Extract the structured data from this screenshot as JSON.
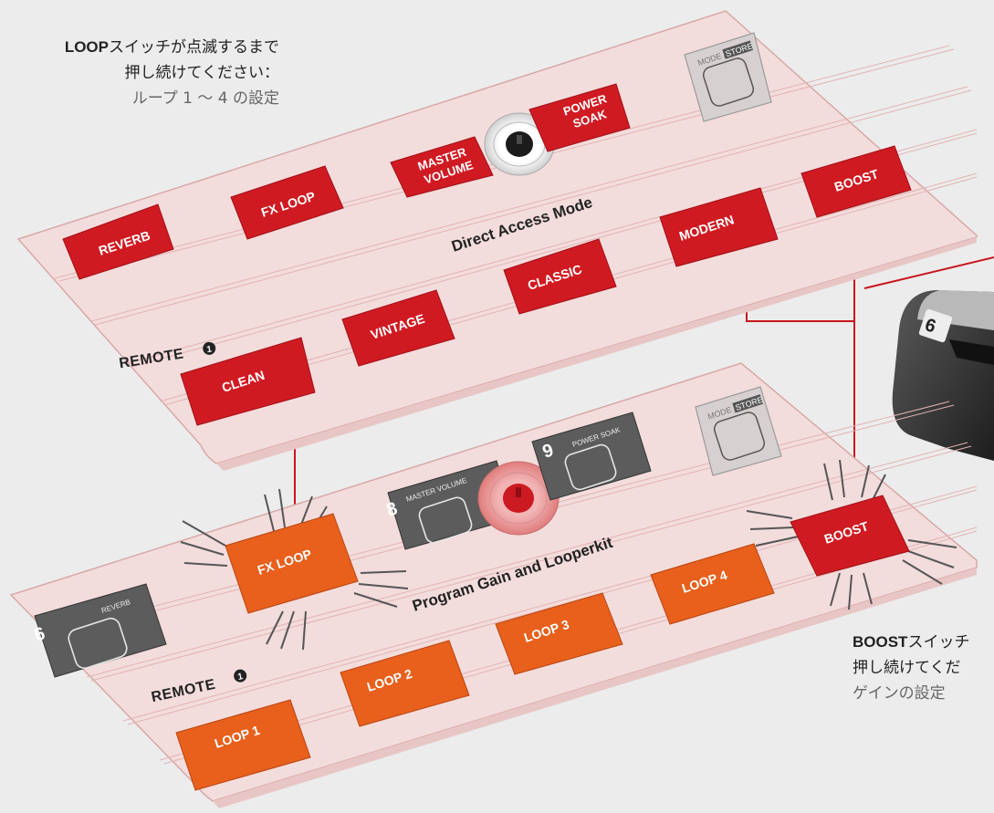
{
  "colors": {
    "panel": "#f4dede",
    "panel_edge": "#d9a9a9",
    "red_switch": "#d01a22",
    "orange_switch": "#e8601c",
    "grey_switch": "#5c5c5c",
    "connector": "#c8161e"
  },
  "top_board": {
    "title": "Direct Access Mode",
    "remote_label": "REMOTE",
    "mode_store": {
      "mode": "MODE /",
      "store": "STORE"
    },
    "knob_labels": {
      "left_line1": "MASTER",
      "left_line2": "VOLUME",
      "right_line1": "POWER",
      "right_line2": "SOAK"
    },
    "switches": [
      "REVERB",
      "FX LOOP",
      "CLEAN",
      "VINTAGE",
      "CLASSIC",
      "MODERN",
      "BOOST"
    ]
  },
  "bottom_board": {
    "title": "Program Gain and Looperkit",
    "remote_label": "REMOTE",
    "mode_store": {
      "mode": "MODE /",
      "store": "STORE"
    },
    "grey_switches": [
      {
        "number": "6",
        "label": "REVERB"
      },
      {
        "number": "8",
        "label": "MASTER VOLUME"
      },
      {
        "number": "9",
        "label": "POWER SOAK"
      }
    ],
    "fx_loop": "FX LOOP",
    "boost": "BOOST",
    "loops": [
      "LOOP 1",
      "LOOP 2",
      "LOOP 3",
      "LOOP 4"
    ]
  },
  "device_label": "6",
  "notes": {
    "left": {
      "bold": "LOOP",
      "line1_rest": "スイッチが点滅するまで",
      "line2": "押し続けてください：",
      "line3": "ループ 1 ～ 4 の設定"
    },
    "right": {
      "bold": "BOOST",
      "line1_rest": "スイッチ",
      "line2": "押し続けてくだ",
      "line3": "ゲインの設定"
    }
  }
}
